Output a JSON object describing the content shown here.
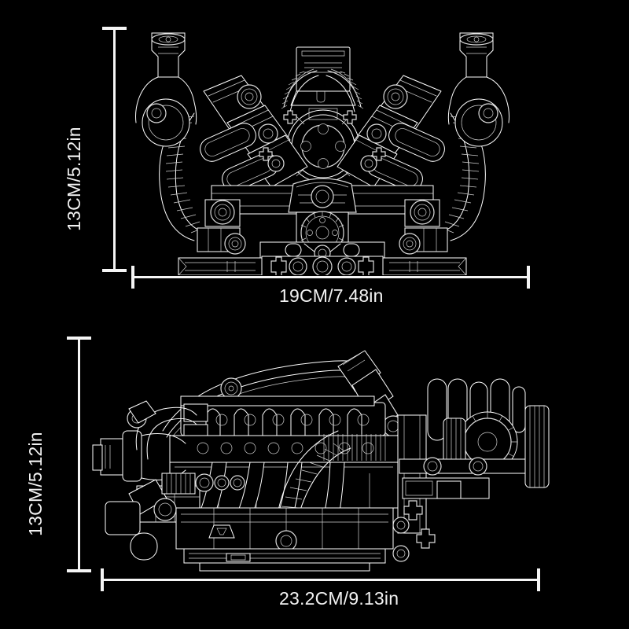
{
  "page": {
    "background_color": "#000000",
    "line_color": "#ffffff",
    "text_color": "#f2f2f2"
  },
  "views": [
    {
      "id": "front-view",
      "name": "engine-front-view",
      "description": "V-engine front elevation technical line drawing",
      "height_label": "13CM/5.12in",
      "width_label": "19CM/7.48in"
    },
    {
      "id": "side-view",
      "name": "engine-side-view",
      "description": "V-engine side elevation technical line drawing",
      "height_label": "13CM/5.12in",
      "width_label": "23.2CM/9.13in"
    }
  ],
  "dimensions": {
    "top_height": "13CM/5.12in",
    "top_width": "19CM/7.48in",
    "bottom_height": "13CM/5.12in",
    "bottom_width": "23.2CM/9.13in"
  }
}
